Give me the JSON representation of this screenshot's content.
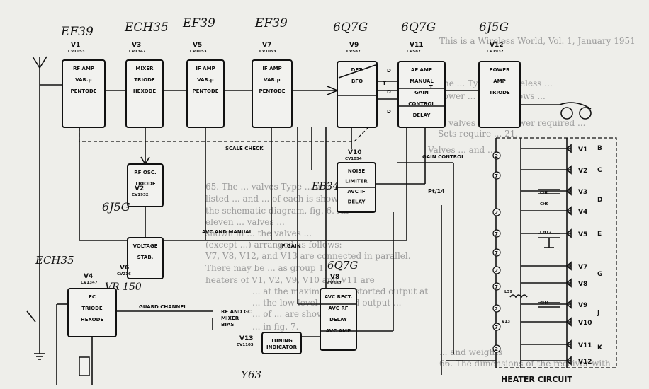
{
  "valves": [
    {
      "id": "V1",
      "cv": "CV1053",
      "lines": [
        "RF AMP",
        "VAR.μ",
        "PENTODE"
      ],
      "tube": "EF39"
    },
    {
      "id": "V3",
      "cv": "CV1347",
      "lines": [
        "MIXER",
        "TRIODE",
        "HEXODE"
      ],
      "tube": "ECH35"
    },
    {
      "id": "V5",
      "cv": "CV1053",
      "lines": [
        "IF AMP",
        "VAR.μ",
        "PENTODE"
      ],
      "tube": "EF39"
    },
    {
      "id": "V7",
      "cv": "CV1053",
      "lines": [
        "IF AMP",
        "VAR.μ",
        "PENTODE"
      ],
      "tube": "EF39"
    },
    {
      "id": "V9",
      "cv": "CV587",
      "lines": [
        "DET.",
        "BFO"
      ],
      "tube": "6Q7G"
    },
    {
      "id": "V11",
      "cv": "CV587",
      "lines": [
        "AF AMP",
        "MANUAL",
        "GAIN",
        "CONTROL",
        "DELAY"
      ],
      "tube": "6Q7G"
    },
    {
      "id": "V12",
      "cv": "CV1932",
      "lines": [
        "POWER",
        "AMP",
        "TRIODE"
      ],
      "tube": "6J5G"
    },
    {
      "id": "V2",
      "cv": "CV1932",
      "lines": [
        "RF OSC.",
        "TRIODE"
      ],
      "tube": "6J5G"
    },
    {
      "id": "V10",
      "cv": "CV1054",
      "lines": [
        "NOISE",
        "LIMITER",
        "AVC IF",
        "DELAY"
      ],
      "tube": "EB34"
    },
    {
      "id": "V6",
      "cv": "CV216",
      "lines": [
        "VOLTAGE",
        "STAB."
      ],
      "tube": "VR 150"
    },
    {
      "id": "V4",
      "cv": "CV1347",
      "lines": [
        "FC",
        "TRIODE",
        "HEXODE"
      ],
      "tube": "ECH35"
    },
    {
      "id": "V8",
      "cv": "CV587",
      "lines": [
        "AVC RECT.",
        "AVC RF",
        "DELAY",
        "AVC AMP"
      ],
      "tube": "6Q7G"
    },
    {
      "id": "V13",
      "cv": "CV1103",
      "lines": [
        "TUNING",
        "INDICATOR"
      ],
      "tube": "Y63"
    }
  ],
  "labels": {
    "scale_check": "SCALE CHECK",
    "gain_control": "GAIN CONTROL",
    "avc_manual": "AVC AND MANUAL",
    "if_gain": "IF GAIN",
    "guard": "GUARD CHANNEL",
    "rf_gc": "RF AND GC",
    "mixer_bias": "MIXER BIAS",
    "heater": "HEATER CIRCUIT",
    "pt": "Pt/14",
    "d_marks": [
      "D",
      "D",
      "D"
    ],
    "t_marks": [
      "T",
      "T"
    ]
  },
  "heater": {
    "rows": [
      "V1",
      "V2",
      "V3",
      "V4",
      "V5",
      "V7",
      "V8",
      "V9",
      "V10",
      "V11",
      "V12"
    ],
    "groups": [
      "B",
      "C",
      "D",
      "E",
      "G",
      "J",
      "K"
    ],
    "parts": [
      "CH8",
      "CH9",
      "CH12",
      "CH4",
      "L39",
      "V13"
    ],
    "pins": [
      "2",
      "7",
      "2",
      "7",
      "7",
      "2",
      "7",
      "2",
      "7",
      "2"
    ]
  },
  "background_text": [
    "This is a Wireless World, Vol. 1, January 1951",
    "The ... Type. ... Wireless ...",
    "power ... The ... shows ...",
    "... valves ... The power required ...",
    "Sets require ... 21.",
    "Valves ... and ...",
    "65. The ... valves Type ... are",
    "listed ... and ... of each is shown in",
    "the schematic diagram, fig. 6. An",
    "eleven ... valves ...",
    "shown in ... the valves ...",
    "(except ...) arranged as follows:",
    "V7, V8, V12, and V13 are connected in parallel.",
    "There may be ... as group 1.",
    "heaters of V1, V2, V9, V10 and V11 are",
    "... at the maximum undistorted output at",
    "... the low level balanced output ...",
    "... of ... are shown",
    "... in fig. 7.",
    "... and weights",
    "66. The dimensions of the receiver with"
  ]
}
